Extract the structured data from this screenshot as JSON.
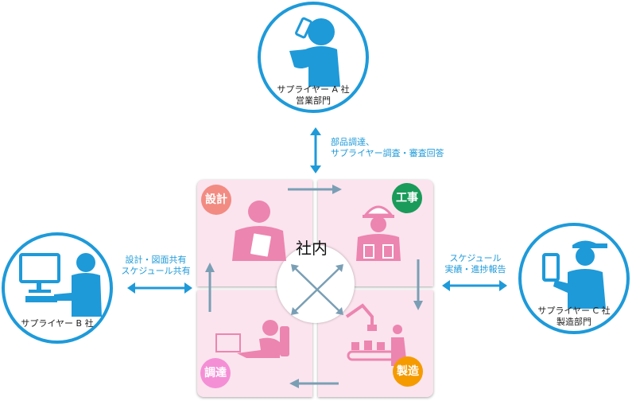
{
  "suppliers": {
    "a": {
      "name": "サプライヤー A 社",
      "dept": "営業部門"
    },
    "b": {
      "name": "サプライヤー B 社"
    },
    "c": {
      "name": "サプライヤー C 社",
      "dept": "製造部門"
    }
  },
  "links": {
    "top": {
      "line1": "部品調達、",
      "line2": "サプライヤー調査・審査回答"
    },
    "left": {
      "line1": "設計・図面共有",
      "line2": "スケジュール共有"
    },
    "right": {
      "line1": "スケジュール",
      "line2": "実績・進捗報告"
    }
  },
  "center": {
    "label": "社内"
  },
  "quadrants": {
    "design": {
      "label": "設計",
      "color": "#f28b82"
    },
    "construction": {
      "label": "工事",
      "color": "#1a9b5a"
    },
    "procurement": {
      "label": "調達",
      "color": "#f48fd6"
    },
    "manufacturing": {
      "label": "製造",
      "color": "#f59b00"
    }
  },
  "colors": {
    "accent": "#1e9ad9",
    "flow_arrow": "#7a9fb5",
    "figure_pink": "#ec85b0"
  }
}
